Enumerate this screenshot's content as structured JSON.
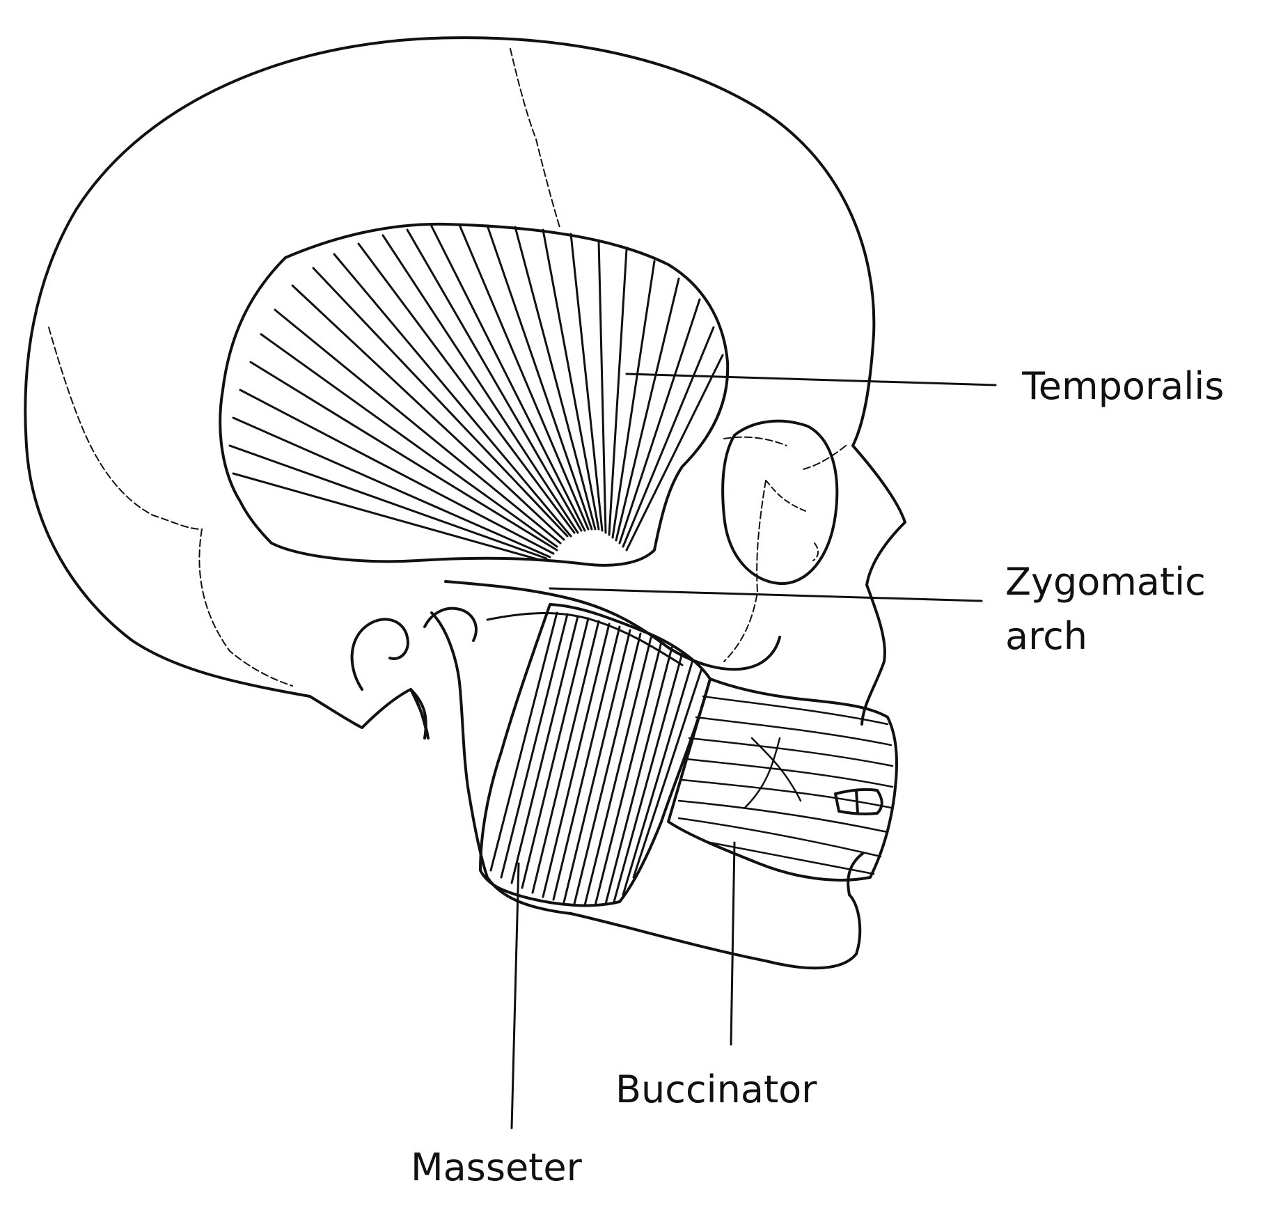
{
  "labels": {
    "temporalis": "Temporalis",
    "zygomatic_line1": "Zygomatic",
    "zygomatic_line2": "arch",
    "buccinator": "Buccinator",
    "masseter": "Masseter"
  },
  "colors": {
    "ink": "#111111",
    "background": "#ffffff"
  }
}
